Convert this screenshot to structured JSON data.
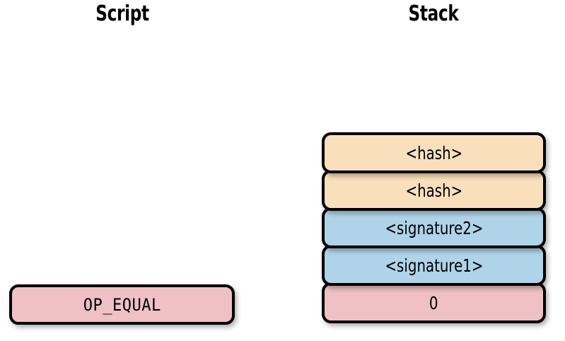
{
  "diagram": {
    "title_columns": {
      "script": "Script",
      "stack": "Stack"
    },
    "colors": {
      "peach": "#FADFBC",
      "blue": "#AFD3E9",
      "pink": "#EFC1C4",
      "border": "#000000",
      "background": "#FFFFFF"
    },
    "script_column": {
      "items": [
        {
          "label": "OP_EQUAL",
          "color": "pink",
          "style": "mono"
        }
      ]
    },
    "stack_column": {
      "items": [
        {
          "label": "<hash>",
          "color": "peach"
        },
        {
          "label": "<hash>",
          "color": "peach"
        },
        {
          "label": "<signature2>",
          "color": "blue"
        },
        {
          "label": "<signature1>",
          "color": "blue"
        },
        {
          "label": "0",
          "color": "pink"
        }
      ]
    }
  }
}
